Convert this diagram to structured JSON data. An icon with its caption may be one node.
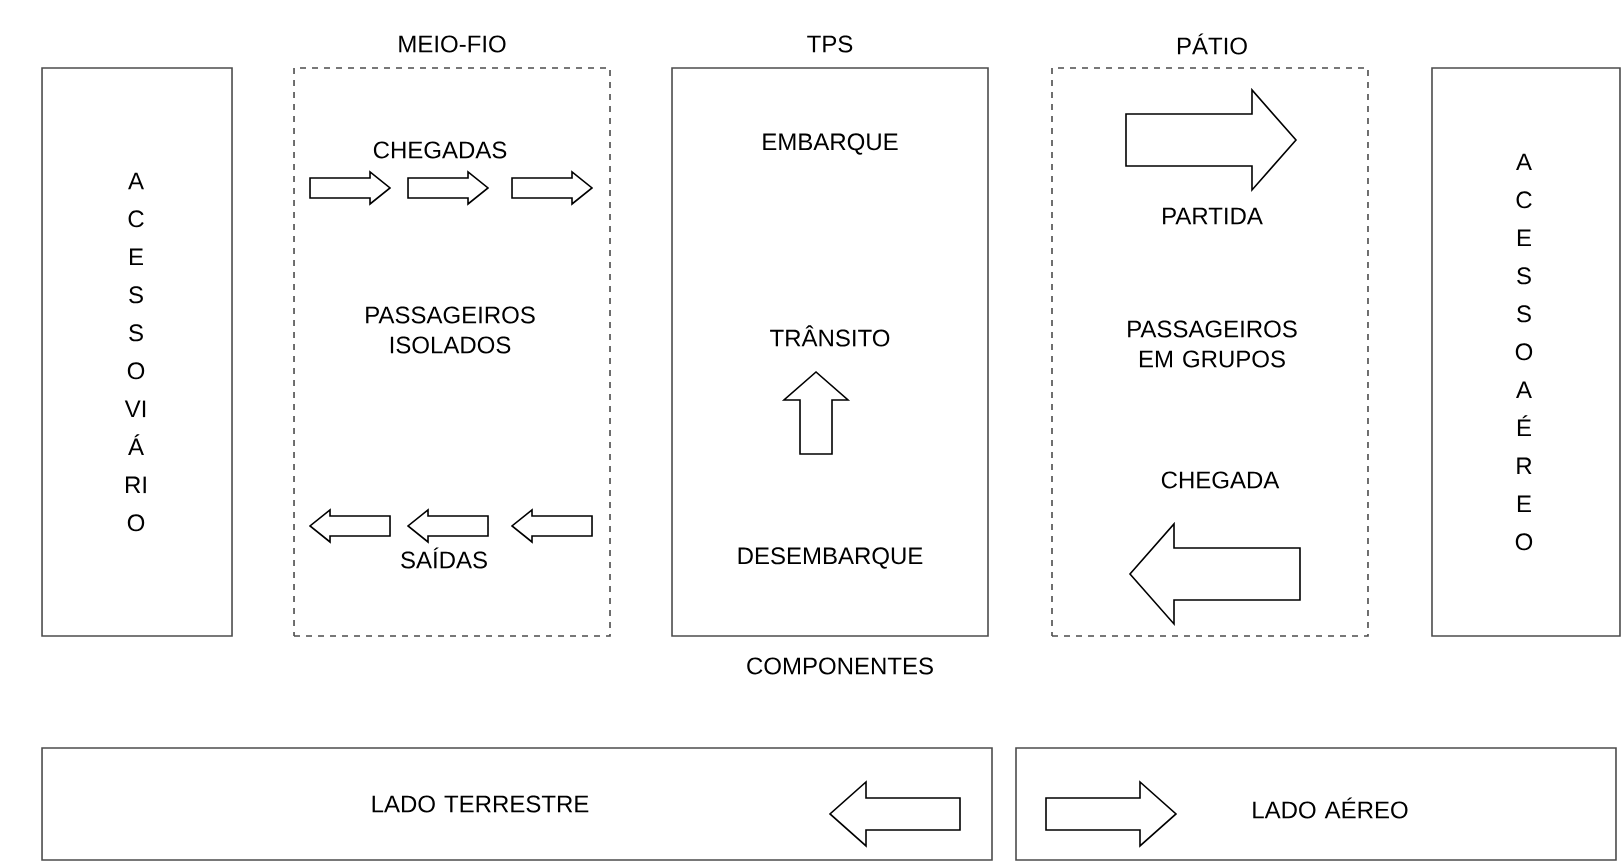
{
  "diagram": {
    "nodes": [
      {
        "text": [
          "ACESSO VIÁRIO"
        ]
      },
      {
        "text": [
          "MEIO-FIO",
          "CHEGADAS",
          "PASSAGEIROS ISOLADOS",
          "SAÍDAS"
        ]
      },
      {
        "text": [
          "TPS",
          "EMBARQUE",
          "TRÂNSITO",
          "DESEMBARQUE"
        ]
      },
      {
        "text": [
          "PÁTIO",
          "PARTIDA",
          "PASSAGEIROS EM GRUPOS",
          "CHEGADA"
        ]
      },
      {
        "text": [
          "ACESSO AÉREO"
        ]
      },
      {
        "text": [
          "LADO TERRESTRE"
        ]
      },
      {
        "text": [
          "LADO AÉREO"
        ]
      }
    ],
    "labels": [
      "COMPONENTES"
    ]
  }
}
